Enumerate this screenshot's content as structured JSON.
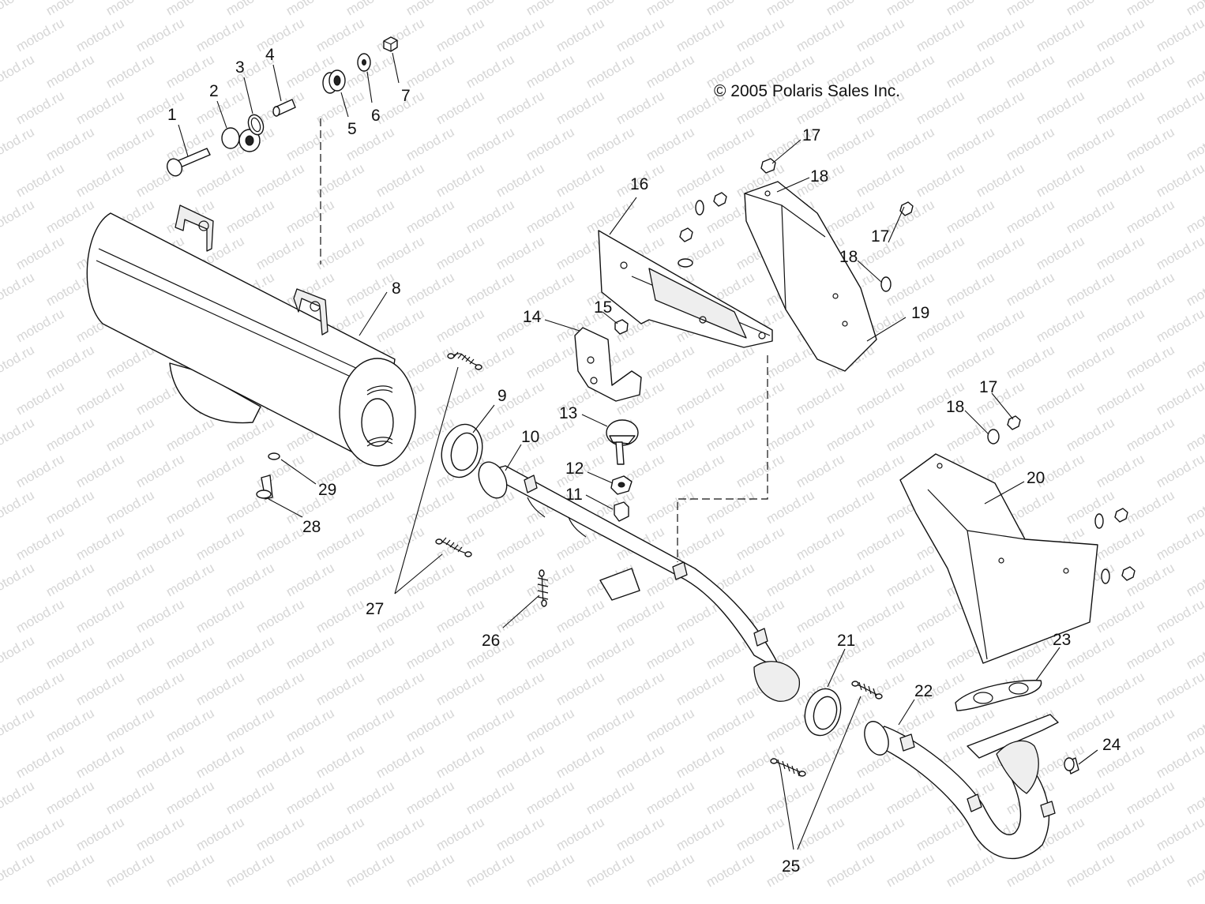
{
  "diagram": {
    "copyright": "© 2005 Polaris Sales Inc.",
    "watermark": "motod.ru",
    "callouts": [
      "1",
      "2",
      "3",
      "4",
      "5",
      "6",
      "7",
      "8",
      "9",
      "10",
      "11",
      "12",
      "13",
      "14",
      "15",
      "16",
      "17",
      "18",
      "17",
      "18",
      "19",
      "17",
      "18",
      "20",
      "21",
      "22",
      "23",
      "24",
      "25",
      "26",
      "27",
      "28",
      "29"
    ]
  }
}
